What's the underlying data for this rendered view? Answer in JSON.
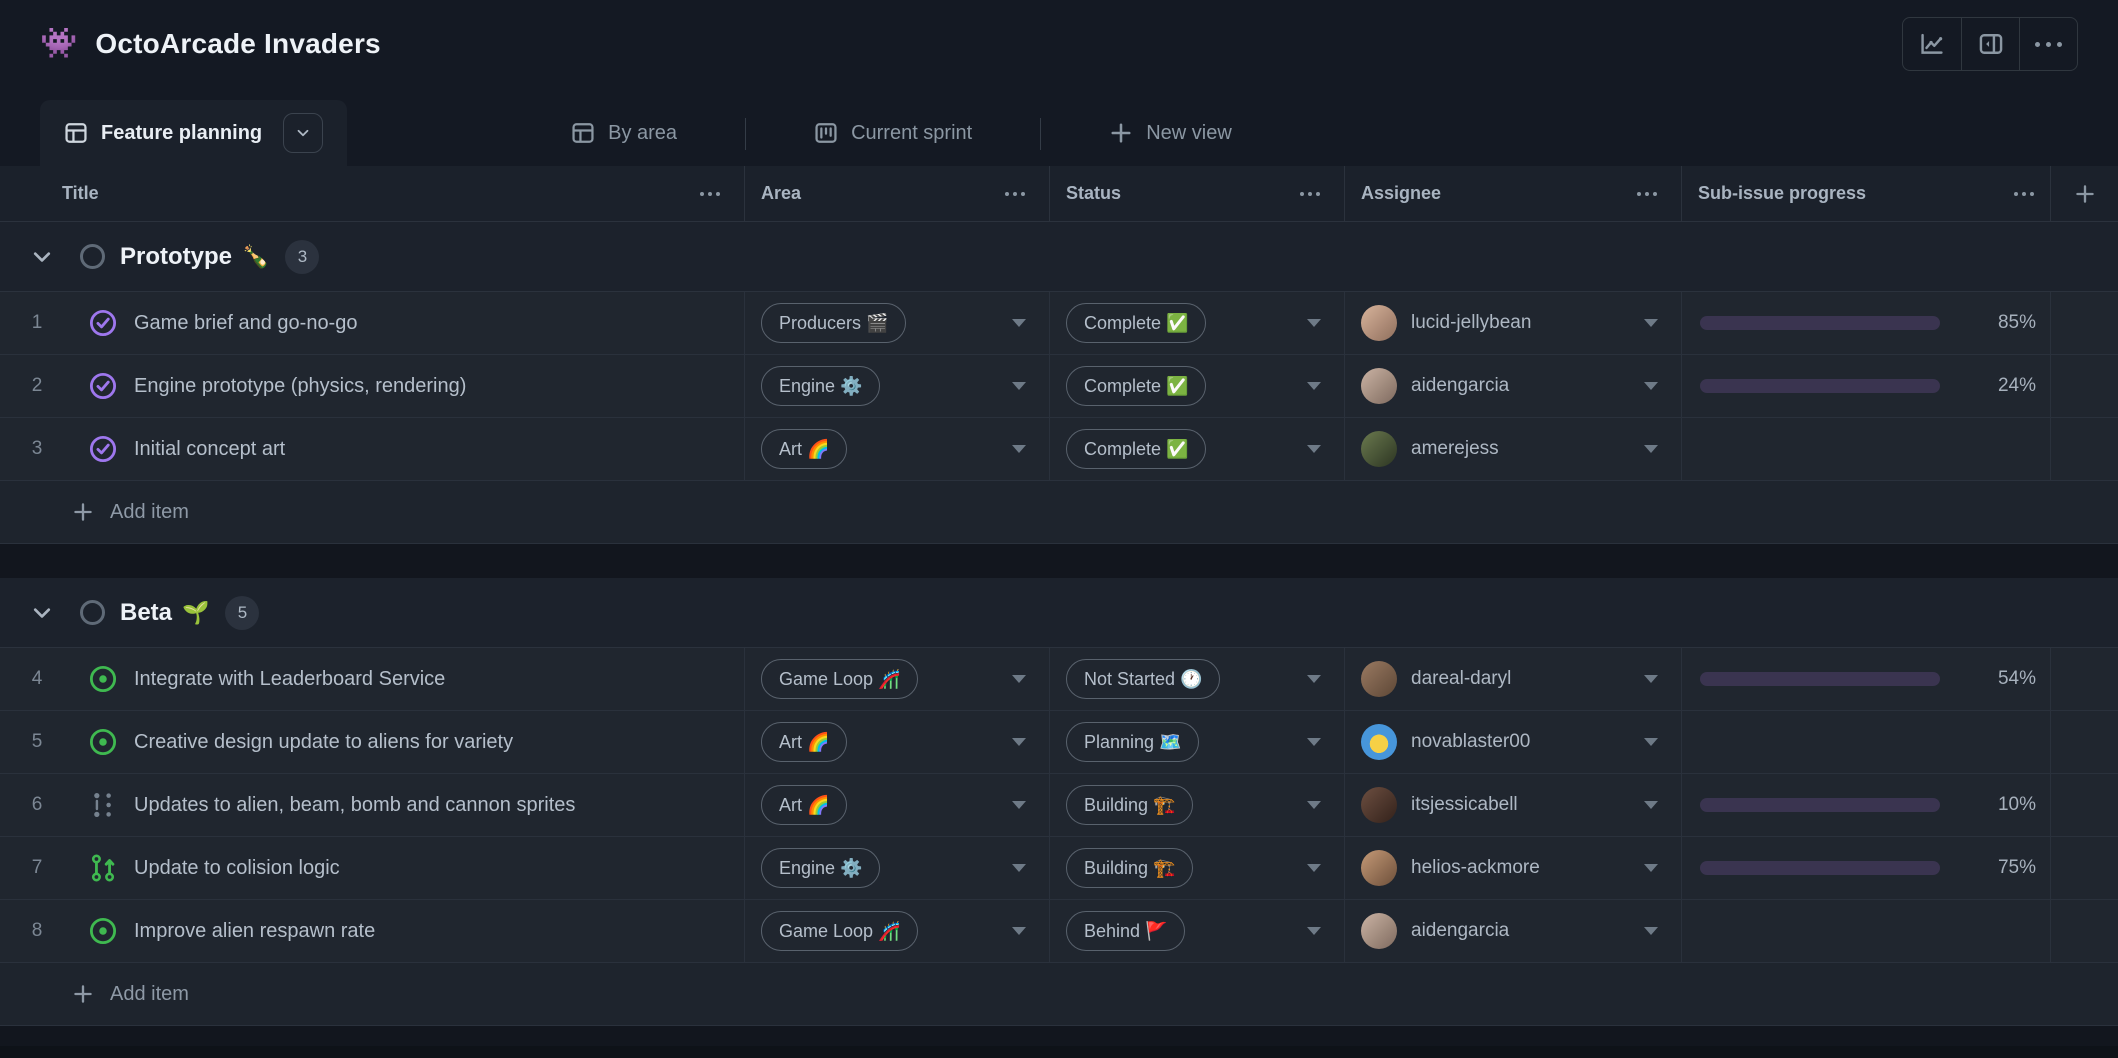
{
  "header": {
    "project_emoji": "👾",
    "title": "OctoArcade Invaders",
    "actions": [
      {
        "icon": "insights-chart"
      },
      {
        "icon": "side-panel"
      },
      {
        "icon": "ellipsis"
      }
    ]
  },
  "tabs": {
    "items": [
      {
        "label": "Feature planning",
        "icon": "table",
        "active": true,
        "has_menu": true
      },
      {
        "label": "By area",
        "icon": "table",
        "active": false
      },
      {
        "label": "Current sprint",
        "icon": "board",
        "active": false
      }
    ],
    "new_view_label": "New view"
  },
  "table": {
    "columns": [
      {
        "label": "Title"
      },
      {
        "label": "Area"
      },
      {
        "label": "Status"
      },
      {
        "label": "Assignee"
      },
      {
        "label": "Sub-issue progress"
      }
    ]
  },
  "colors": {
    "accent_purple": "#9e77ee",
    "progress_track": "#3a3450",
    "open_issue_green": "#3fb950",
    "closed_issue_purple": "#9e77ee",
    "draft_issue_gray": "#76828f"
  },
  "groups": [
    {
      "name": "Prototype",
      "emoji": "🍾",
      "count": "3",
      "add_item_label": "Add item",
      "rows": [
        {
          "number": "1",
          "icon": "issue-closed",
          "title": "Game brief and go-no-go",
          "area": "Producers 🎬",
          "status": "Complete ✅",
          "assignee": "lucid-jellybean",
          "avatar_style": "background:linear-gradient(135deg,#d8b49c,#8f6e5c)",
          "progress_style": "width:85%",
          "progress_label": "85%"
        },
        {
          "number": "2",
          "icon": "issue-closed",
          "title": "Engine prototype (physics, rendering)",
          "area": "Engine ⚙️",
          "status": "Complete ✅",
          "assignee": "aidengarcia",
          "avatar_style": "background:linear-gradient(135deg,#cbb3a4,#7e6a5e)",
          "progress_style": "width:24%",
          "progress_label": "24%"
        },
        {
          "number": "3",
          "icon": "issue-closed",
          "title": "Initial concept art",
          "area": "Art 🌈",
          "status": "Complete ✅",
          "assignee": "amerejess",
          "avatar_style": "background:linear-gradient(135deg,#6b7a4f,#2c3522)"
        }
      ]
    },
    {
      "name": "Beta",
      "emoji": "🌱",
      "count": "5",
      "add_item_label": "Add item",
      "rows": [
        {
          "number": "4",
          "icon": "issue-open",
          "title": "Integrate with Leaderboard Service",
          "area": "Game Loop 🎢",
          "status": "Not Started 🕐",
          "assignee": "dareal-daryl",
          "avatar_style": "background:linear-gradient(135deg,#9a7a62,#5d4736)",
          "progress_style": "width:54%",
          "progress_label": "54%"
        },
        {
          "number": "5",
          "icon": "issue-open",
          "title": "Creative design update to aliens for variety",
          "area": "Art 🌈",
          "status": "Planning 🗺️",
          "assignee": "novablaster00",
          "avatar_style": "background:radial-gradient(circle at 50% 55%,#f6d046 0 34%,#4796db 35%)"
        },
        {
          "number": "6",
          "icon": "draft-issue",
          "title": "Updates to alien, beam, bomb and cannon sprites",
          "area": "Art 🌈",
          "status": "Building 🏗️",
          "assignee": "itsjessicabell",
          "avatar_style": "background:linear-gradient(135deg,#6d4f41,#32211a)",
          "progress_style": "width:10%",
          "progress_label": "10%"
        },
        {
          "number": "7",
          "icon": "pull-request",
          "title": "Update to colision logic",
          "area": "Engine ⚙️",
          "status": "Building 🏗️",
          "assignee": "helios-ackmore",
          "avatar_style": "background:linear-gradient(135deg,#c59a77,#6d4f3a)",
          "progress_style": "width:75%",
          "progress_label": "75%"
        },
        {
          "number": "8",
          "icon": "issue-open",
          "title": "Improve alien respawn rate",
          "area": "Game Loop 🎢",
          "status": "Behind 🚩",
          "assignee": "aidengarcia",
          "avatar_style": "background:linear-gradient(135deg,#cbb3a4,#7e6a5e)"
        }
      ]
    }
  ]
}
